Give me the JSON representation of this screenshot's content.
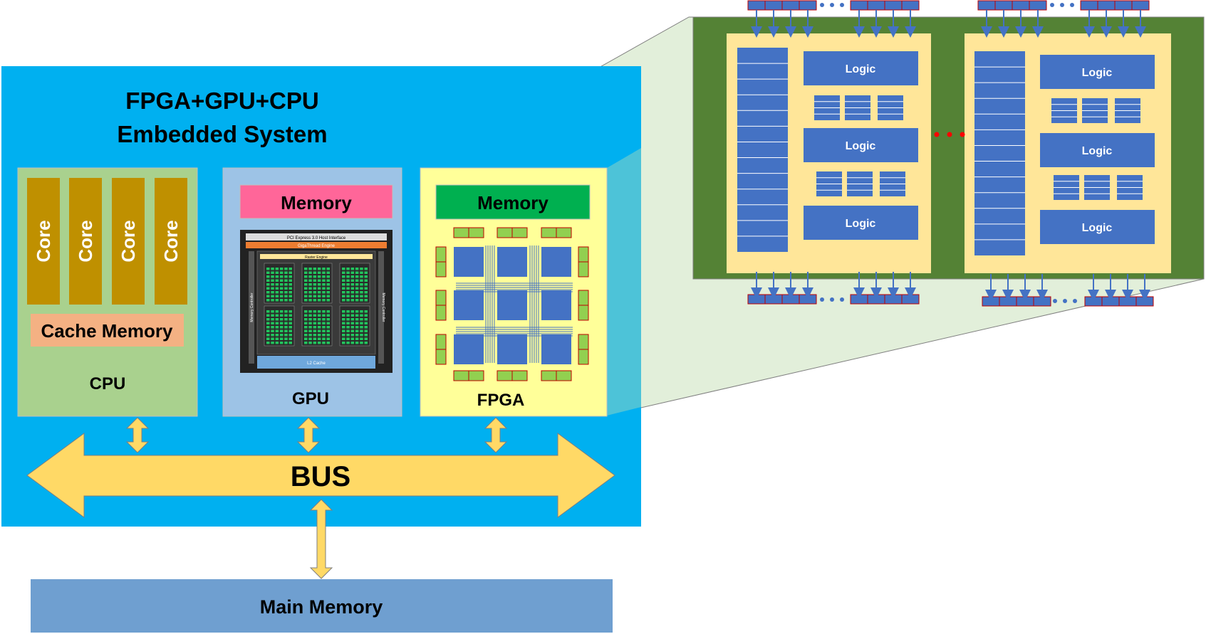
{
  "system": {
    "title_line1": "FPGA+GPU+CPU",
    "title_line2": "Embedded System"
  },
  "cpu": {
    "cores": [
      "Core",
      "Core",
      "Core",
      "Core"
    ],
    "cache": "Cache Memory",
    "label": "CPU"
  },
  "gpu": {
    "memory": "Memory",
    "label": "GPU",
    "die": {
      "host_interface": "PCI Express 3.0 Host Interface",
      "giga_thread": "GigaThread Engine",
      "raster": "Raster Engine",
      "l2_cache": "L2 Cache",
      "memory_controller": "Memory Controller"
    }
  },
  "fpga": {
    "memory": "Memory",
    "label": "FPGA"
  },
  "bus": {
    "label": "BUS"
  },
  "main_memory": {
    "label": "Main Memory"
  },
  "fabric": {
    "logic_label": "Logic"
  },
  "colors": {
    "system_bg": "#00b0f0",
    "cpu_bg": "#a9d18e",
    "core": "#bf9000",
    "cache": "#f4b183",
    "gpu_bg": "#9dc3e6",
    "gpu_memory": "#ff6699",
    "fpga_bg": "#ffff99",
    "fpga_memory": "#00b050",
    "bus": "#ffd966",
    "main_memory": "#6f9fd0",
    "fabric_board": "#548235",
    "fabric_tile": "#ffe699",
    "logic": "#4472c4"
  }
}
